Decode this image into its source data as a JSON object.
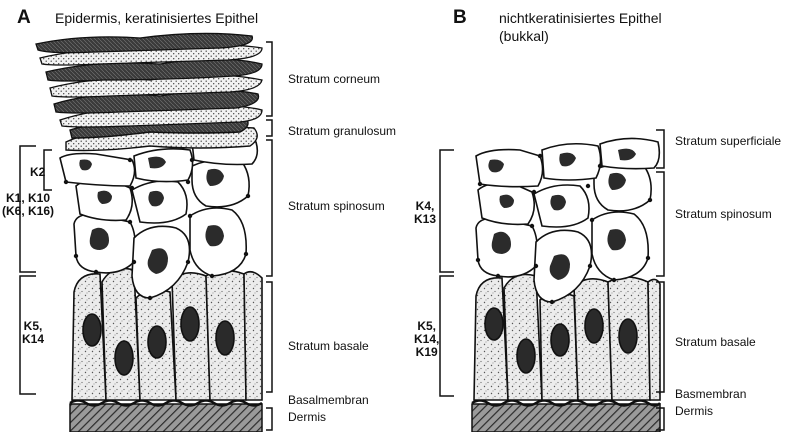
{
  "panel_a": {
    "letter": "A",
    "title": "Epidermis, keratinisiertes Epithel",
    "layers": {
      "corneum": "Stratum corneum",
      "granulosum": "Stratum granulosum",
      "spinosum": "Stratum spinosum",
      "basale": "Stratum basale",
      "membrane": "Basalmembran",
      "dermis": "Dermis"
    },
    "keratins": {
      "k2": "K2",
      "spinous": "K1, K10\n(K6, K16)",
      "basal": "K5,\nK14"
    }
  },
  "panel_b": {
    "letter": "B",
    "title_line1": "nichtkeratinisiertes Epithel",
    "title_line2": "(bukkal)",
    "layers": {
      "superficiale": "Stratum superficiale",
      "spinosum": "Stratum spinosum",
      "basale": "Stratum basale",
      "membrane": "Basmembran",
      "dermis": "Dermis"
    },
    "keratins": {
      "spinous": "K4,\nK13",
      "basal": "K5,\nK14,\nK19"
    }
  }
}
